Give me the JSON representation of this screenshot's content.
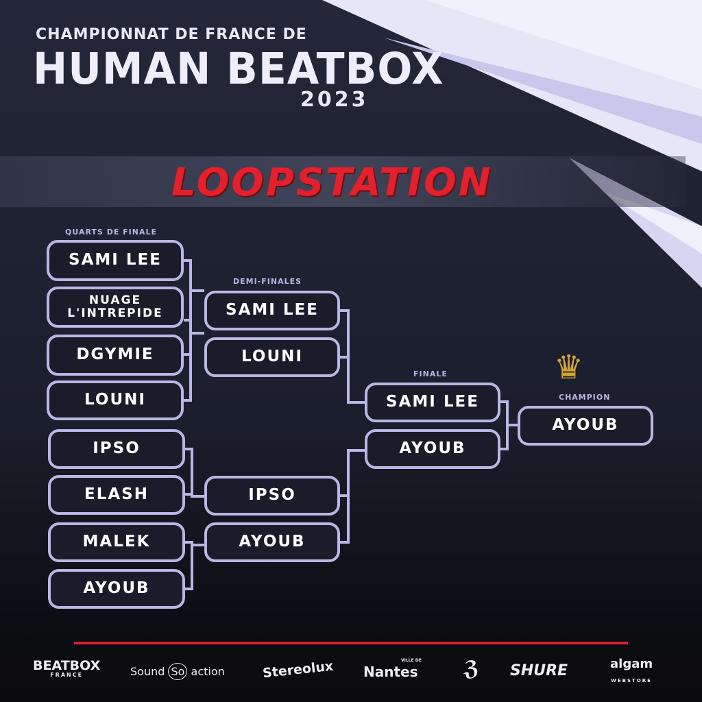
{
  "header": {
    "line1": "CHAMPIONNAT DE FRANCE DE",
    "line2": "HUMAN BEATBOX",
    "year": "2023"
  },
  "category": "LOOPSTATION",
  "rounds": {
    "quarters": {
      "label": "QUARTS DE FINALE",
      "players": [
        "SAMI LEE",
        "NUAGE L'INTREPIDE",
        "DGYMIE",
        "LOUNI",
        "IPSO",
        "ELASH",
        "MALEK",
        "AYOUB"
      ]
    },
    "semis": {
      "label": "DEMI-FINALES",
      "players": [
        "SAMI LEE",
        "LOUNI",
        "IPSO",
        "AYOUB"
      ]
    },
    "final": {
      "label": "FINALE",
      "players": [
        "SAMI LEE",
        "AYOUB"
      ]
    },
    "champion": {
      "label": "CHAMPION",
      "player": "AYOUB"
    }
  },
  "sponsors": [
    "BEATBOX",
    "FRANCE",
    "Sound",
    "So",
    "action",
    "Stereolux",
    "VILLE DE",
    "Nantes",
    "SHURE",
    "algam",
    "WEBSTORE"
  ],
  "colors": {
    "accent": "#e3202b",
    "bracket": "#b8b6e6",
    "background": "#1c1f2e"
  }
}
